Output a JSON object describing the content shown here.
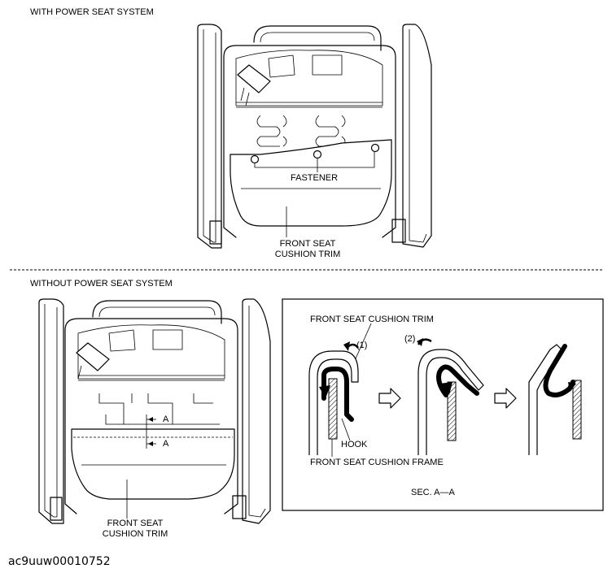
{
  "top_section": {
    "heading": "WITH POWER SEAT SYSTEM",
    "fastener_label": "FASTENER",
    "trim_label_line1": "FRONT SEAT",
    "trim_label_line2": "CUSHION TRIM"
  },
  "bottom_section": {
    "heading": "WITHOUT POWER SEAT SYSTEM",
    "marker_a_top": "A",
    "marker_a_bottom": "A",
    "trim_label_line1": "FRONT SEAT",
    "trim_label_line2": "CUSHION TRIM"
  },
  "section_view": {
    "trim_label": "FRONT SEAT CUSHION TRIM",
    "step1": "(1)",
    "step2": "(2)",
    "hook_label": "HOOK",
    "frame_label": "FRONT SEAT CUSHION FRAME",
    "sec_label": "SEC. A—A"
  },
  "footer_code": "ac9uuw00010752"
}
